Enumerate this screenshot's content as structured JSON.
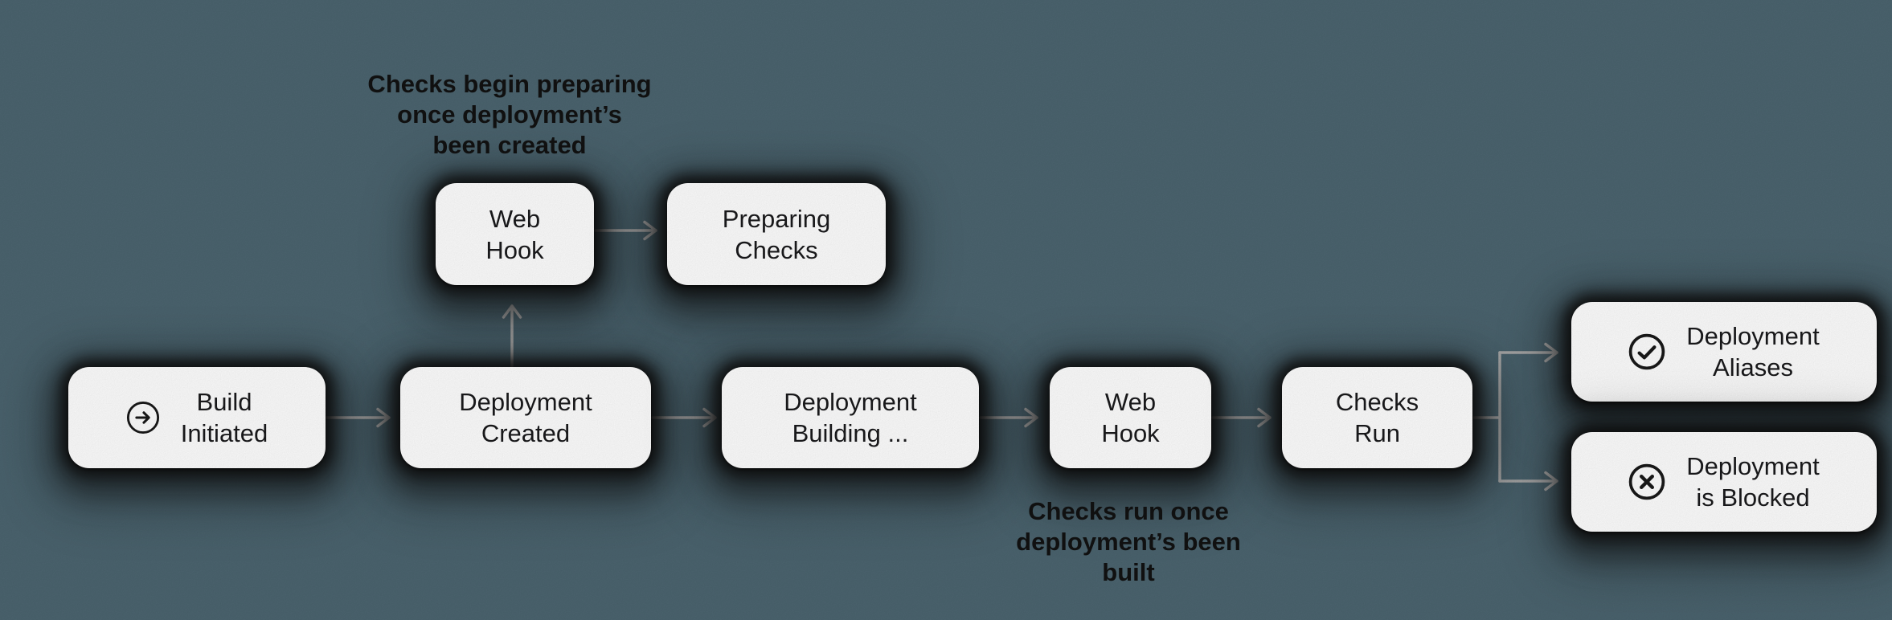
{
  "colors": {
    "background": "#4c6570",
    "node_background": "#ffffff",
    "node_text": "#1a1a1c",
    "annotation_text": "#121212",
    "arrow": "#acacac",
    "icon_stroke": "#191919",
    "shadow": "#0e0e0e"
  },
  "nodes": [
    {
      "id": "web-hook-1",
      "icon": null,
      "lines": [
        "Web",
        "Hook"
      ]
    },
    {
      "id": "preparing-checks",
      "icon": null,
      "lines": [
        "Preparing",
        "Checks"
      ]
    },
    {
      "id": "build-initiated",
      "icon": "arrow-right-circle",
      "lines": [
        "Build",
        "Initiated"
      ]
    },
    {
      "id": "deployment-created",
      "icon": null,
      "lines": [
        "Deployment",
        "Created"
      ]
    },
    {
      "id": "deployment-building",
      "icon": null,
      "lines": [
        "Deployment",
        "Building ..."
      ]
    },
    {
      "id": "web-hook-2",
      "icon": null,
      "lines": [
        "Web",
        "Hook"
      ]
    },
    {
      "id": "checks-run",
      "icon": null,
      "lines": [
        "Checks",
        "Run"
      ]
    },
    {
      "id": "deployment-aliases",
      "icon": "check-circle",
      "lines": [
        "Deployment",
        "Aliases"
      ]
    },
    {
      "id": "deployment-blocked",
      "icon": "x-circle",
      "lines": [
        "Deployment",
        "is Blocked"
      ]
    }
  ],
  "annotations": [
    {
      "id": "webhook-prepare-note",
      "text": "Checks begin preparing\nonce deployment’s\nbeen created"
    },
    {
      "id": "webhook-run-note",
      "text": "Checks run once\ndeployment’s been\nbuilt"
    }
  ],
  "connections": [
    {
      "from": "build-initiated",
      "to": "deployment-created"
    },
    {
      "from": "deployment-created",
      "to": "web-hook-1"
    },
    {
      "from": "web-hook-1",
      "to": "preparing-checks"
    },
    {
      "from": "deployment-created",
      "to": "deployment-building"
    },
    {
      "from": "deployment-building",
      "to": "web-hook-2"
    },
    {
      "from": "web-hook-2",
      "to": "checks-run"
    },
    {
      "from": "checks-run",
      "to": "deployment-aliases"
    },
    {
      "from": "checks-run",
      "to": "deployment-blocked"
    }
  ]
}
